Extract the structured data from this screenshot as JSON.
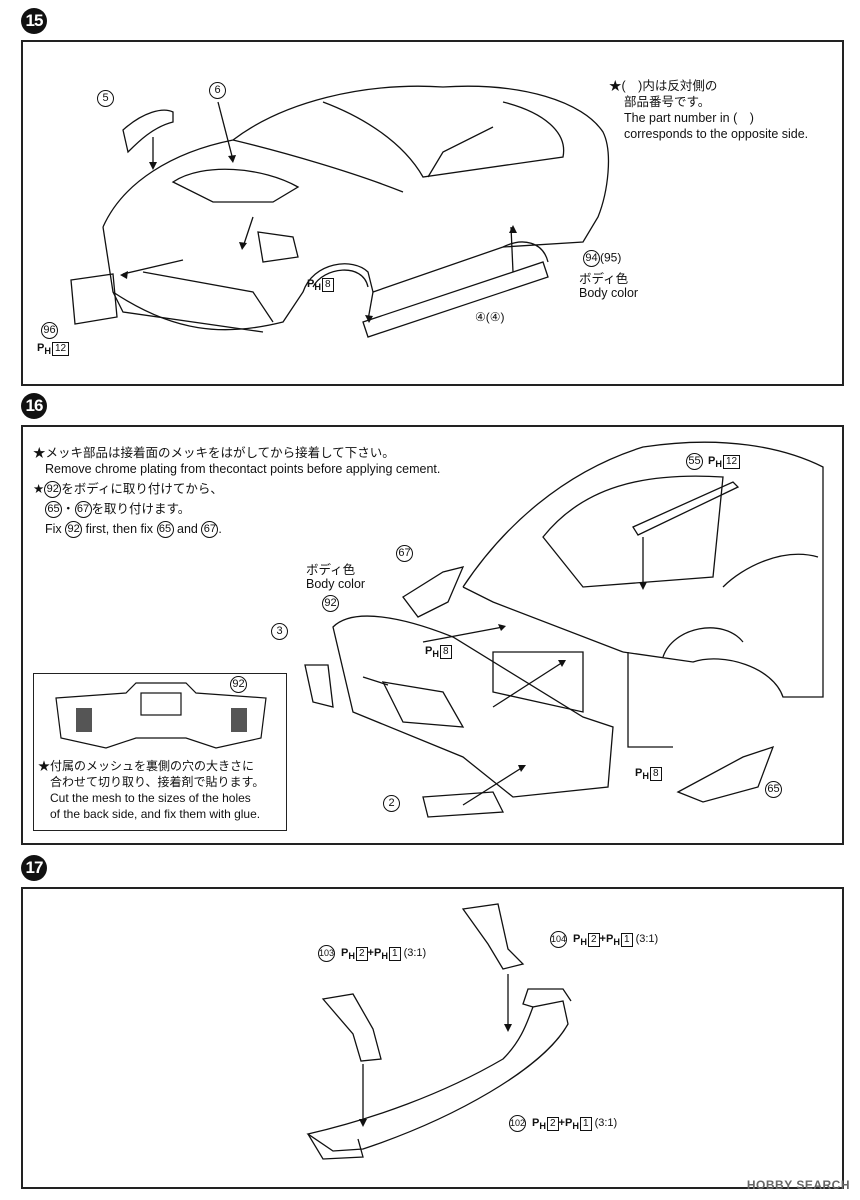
{
  "steps": {
    "s15": {
      "number": "15",
      "note_jp_1": "★(　)内は反対側の",
      "note_jp_2": "部品番号です。",
      "note_en_1": "The part number in (　)",
      "note_en_2": "corresponds to the opposite side.",
      "part_5": "5",
      "part_6": "6",
      "part_96": "96",
      "part_94": "94",
      "part_95": "(95)",
      "part_4": "④(④)",
      "ph_8": "8",
      "ph_12": "12",
      "body_color_jp": "ボディ色",
      "body_color_en": "Body color"
    },
    "s16": {
      "number": "16",
      "note1_jp": "★メッキ部品は接着面のメッキをはがしてから接着して下さい。",
      "note1_en": "Remove chrome plating from thecontact points before applying cement.",
      "note2_jp_a": "★",
      "note2_jp_b": "をボディに取り付けてから、",
      "note2_jp_c": "を取り付けます。",
      "note2_en_a": "Fix",
      "note2_en_b": "first, then fix",
      "note2_en_c": "and",
      "p92": "92",
      "p65": "65",
      "p67": "67",
      "p55": "55",
      "p3": "3",
      "p2": "2",
      "ph_12": "12",
      "ph_8": "8",
      "body_color_jp": "ボディ色",
      "body_color_en": "Body color",
      "mesh_jp_1": "★付属のメッシュを裏側の穴の大きさに",
      "mesh_jp_2": "合わせて切り取り、接着剤で貼ります。",
      "mesh_en_1": "Cut the mesh to the sizes of the holes",
      "mesh_en_2": "of the back side, and fix them with glue."
    },
    "s17": {
      "number": "17",
      "p103": "103",
      "p104": "104",
      "p102": "102",
      "ph_2": "2",
      "ph_1": "1",
      "ratio": "(3:1)"
    },
    "ph_prefix": "P",
    "ph_sub": "H",
    "plus": "+",
    "watermark": "HOBBY SEARCH"
  }
}
